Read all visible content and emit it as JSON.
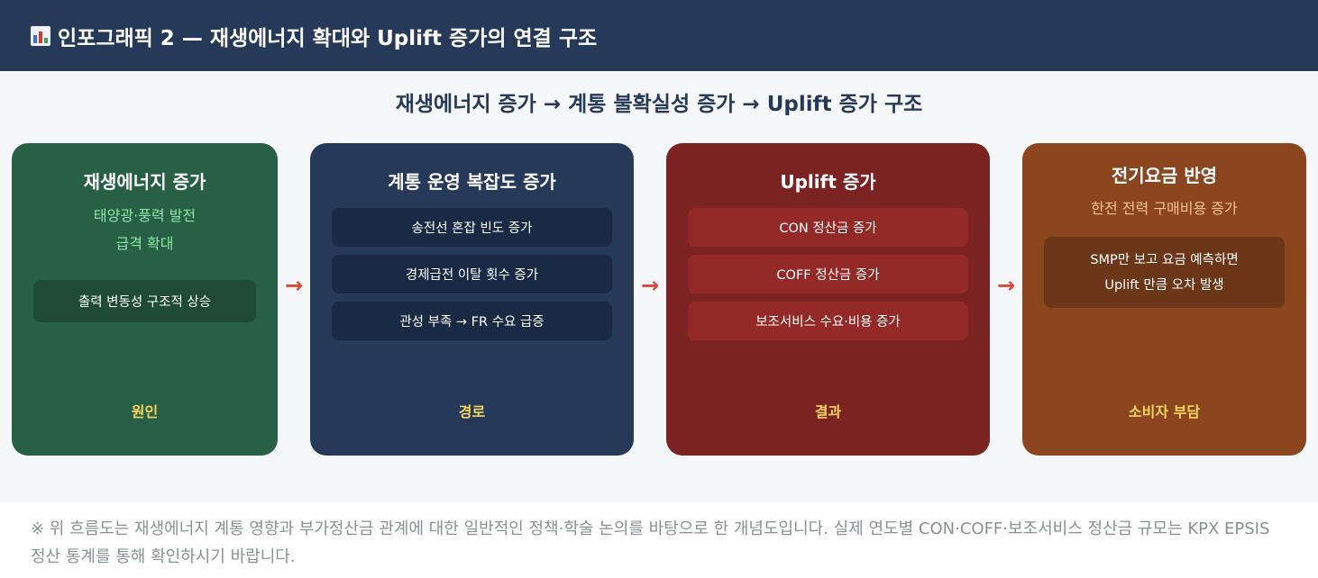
{
  "header": {
    "title": "인포그래픽 2 — 재생에너지 확대와 Uplift 증가의 연결 구조",
    "icon": "bar-chart-icon"
  },
  "subtitle": "재생에너지 증가 → 계통 불확실성 증가 → Uplift 증가 구조",
  "arrow_glyph": "→",
  "cards": [
    {
      "title": "재생에너지 증가",
      "desc_lines": [
        "태양광·풍력 발전",
        "급격 확대"
      ],
      "box_text": "출력 변동성 구조적 상승",
      "footer": "원인",
      "color": "#276045"
    },
    {
      "title": "계통 운영 복잡도 증가",
      "items": [
        "송전선 혼잡 빈도 증가",
        "경제급전 이탈 횟수 증가",
        "관성 부족 → FR 수요 급증"
      ],
      "footer": "경로",
      "color": "#263959"
    },
    {
      "title": "Uplift 증가",
      "items": [
        "CON 정산금 증가",
        "COFF 정산금 증가",
        "보조서비스 수요·비용 증가"
      ],
      "footer": "결과",
      "color": "#7a2322"
    },
    {
      "title": "전기요금 반영",
      "desc": "한전 전력 구매비용 증가",
      "box_lines": [
        "SMP만 보고 요금 예측하면",
        "Uplift 만큼 오차 발생"
      ],
      "footer": "소비자 부담",
      "color": "#8b4620"
    }
  ],
  "footnote": "※ 위 흐름도는 재생에너지 계통 영향과 부가정산금 관계에 대한 일반적인 정책·학술 논의를 바탕으로 한 개념도입니다. 실제 연도별 CON·COFF·보조서비스 정산금 규모는 KPX EPSIS 정산 통계를 통해 확인하시기 바랍니다."
}
